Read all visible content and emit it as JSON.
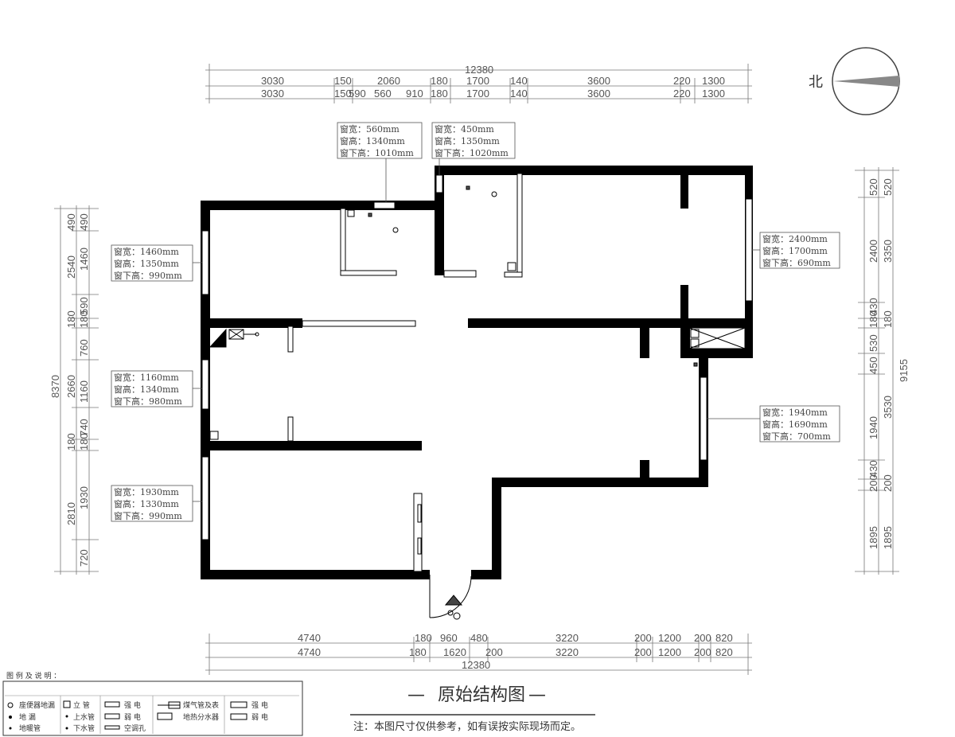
{
  "title": "原始结构图",
  "title_dashes": [
    "—",
    "—"
  ],
  "note": "注：本图尺寸仅供参考，如有误按实际现场而定。",
  "north_label": "北",
  "top_dims": {
    "total": "12380",
    "row1": [
      "3030",
      "150",
      "2060",
      "180",
      "1700",
      "140",
      "3600",
      "220",
      "1300"
    ],
    "row2": [
      "3030",
      "150",
      "590",
      "560",
      "910",
      "180",
      "1700",
      "140",
      "3600",
      "220",
      "1300"
    ]
  },
  "bottom_dims": {
    "total": "12380",
    "row1": [
      "4740",
      "180",
      "960",
      "480",
      "3220",
      "200",
      "1200",
      "200",
      "820"
    ],
    "row2": [
      "4740",
      "180",
      "1620",
      "200",
      "3220",
      "200",
      "1200",
      "200",
      "820"
    ]
  },
  "left_dims": {
    "total": "8370",
    "outer": [
      "490",
      "2540",
      "180",
      "2660",
      "180",
      "2810"
    ],
    "inner": [
      "490",
      "1460",
      "590",
      "180",
      "760",
      "1160",
      "740",
      "180",
      "1930",
      "720"
    ]
  },
  "right_dims": {
    "total": "9155",
    "outer": [
      "520",
      "3350",
      "180",
      "3530",
      "200",
      "1895"
    ],
    "inner": [
      "520",
      "2400",
      "430",
      "180",
      "530",
      "450",
      "1940",
      "430",
      "200",
      "1895"
    ]
  },
  "windows": [
    {
      "width": "窗宽：560mm",
      "height": "窗高：1340mm",
      "sill": "窗下高：1010mm"
    },
    {
      "width": "窗宽：450mm",
      "height": "窗高：1350mm",
      "sill": "窗下高：1020mm"
    },
    {
      "width": "窗宽：2400mm",
      "height": "窗高：1700mm",
      "sill": "窗下高：690mm"
    },
    {
      "width": "窗宽：1460mm",
      "height": "窗高：1350mm",
      "sill": "窗下高：990mm"
    },
    {
      "width": "窗宽：1160mm",
      "height": "窗高：1340mm",
      "sill": "窗下高：980mm"
    },
    {
      "width": "窗宽：1940mm",
      "height": "窗高：1690mm",
      "sill": "窗下高：700mm"
    },
    {
      "width": "窗宽：1930mm",
      "height": "窗高：1330mm",
      "sill": "窗下高：990mm"
    }
  ],
  "legend": {
    "title": "图 例 及 说 明 ：",
    "items": [
      "座便器地漏",
      "地 漏",
      "地暖管",
      "立 管",
      "上水管",
      "下水管",
      "强 电",
      "弱 电",
      "空调孔",
      "煤气管及表",
      "地热分水器",
      "强 电",
      "弱 电"
    ]
  }
}
